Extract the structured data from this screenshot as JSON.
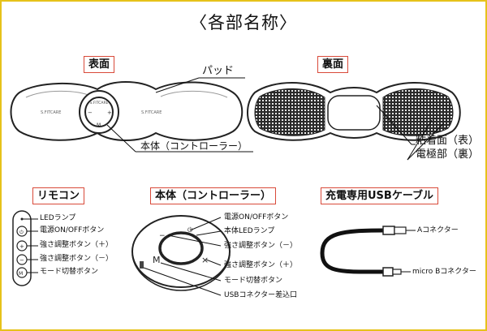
{
  "title": "〈各部名称〉",
  "sections": {
    "front": "表面",
    "back": "裏面",
    "remote": "リモコン",
    "body": "本体（コントローラー）",
    "cable": "充電専用USBケーブル"
  },
  "front_labels": {
    "pad": "パッド",
    "body": "本体（コントローラー）",
    "brand": "S.FITCARE"
  },
  "back_labels": {
    "adhesive": "粘着面（表）",
    "electrode": "電極部（裏）"
  },
  "remote_labels": [
    "LEDランプ",
    "電源ON/OFFボタン",
    "強さ調整ボタン（＋）",
    "強さ調整ボタン（－）",
    "モード切替ボタン"
  ],
  "body_labels": [
    "電源ON/OFFボタン",
    "本体LEDランプ",
    "強さ調整ボタン（－）",
    "強さ調整ボタン（＋）",
    "モード切替ボタン",
    "USBコネクター差込口"
  ],
  "cable_labels": {
    "a": "Aコネクター",
    "micro_b": "micro Bコネクター"
  }
}
